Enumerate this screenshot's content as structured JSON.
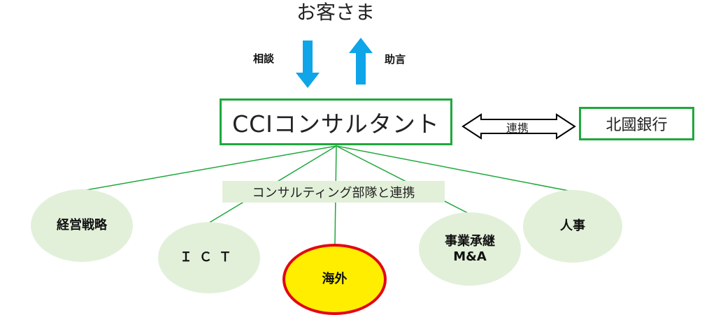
{
  "customer": "お客さま",
  "arrows": {
    "consult_label": "相談",
    "advice_label": "助言",
    "arrow_color": "#0ea5e9"
  },
  "center_box": "CCIコンサルタント",
  "partner": {
    "link_label": "連携",
    "bank_name": "北國銀行"
  },
  "team_label": "コンサルティング部隊と連携",
  "nodes": {
    "strategy": "経営戦略",
    "ict": "ＩＣＴ",
    "overseas": "海外",
    "succession_line1": "事業承継",
    "succession_line2": "M&A",
    "hr": "人事"
  },
  "colors": {
    "border_green": "#1ea83c",
    "node_fill": "#e2f0d9",
    "highlight_fill": "#ffee00",
    "highlight_border": "#e30613"
  }
}
